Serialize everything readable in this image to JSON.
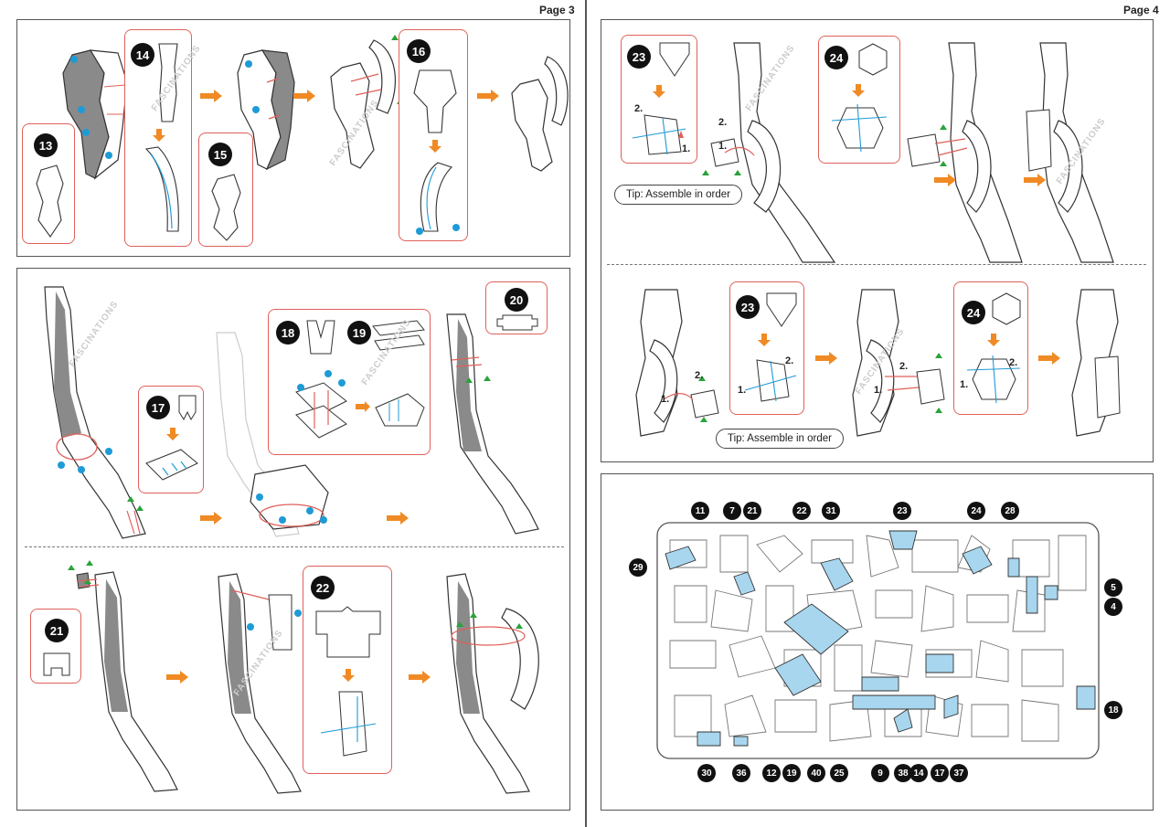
{
  "pages": {
    "left": "Page 3",
    "right": "Page 4"
  },
  "watermark": "FASCINATIONS",
  "colors": {
    "accent": "#f08a24",
    "callout": "#e0605a",
    "blue": "#1e9bd7",
    "green": "#29a33a",
    "highlight": "#a8d6ee",
    "grey": "#8a8a8a"
  },
  "steps": {
    "s13": "13",
    "s14": "14",
    "s15": "15",
    "s16": "16",
    "s17": "17",
    "s18": "18",
    "s19": "19",
    "s20": "20",
    "s21": "21",
    "s22": "22",
    "s23": "23",
    "s24": "24",
    "s23b": "23",
    "s24b": "24"
  },
  "order_labels": {
    "one": "1.",
    "two": "2."
  },
  "tips": {
    "tip1": "Tip: Assemble in order",
    "tip2": "Tip: Assemble in order"
  },
  "sheet_labels": {
    "top": [
      "11",
      "7",
      "21",
      "22",
      "31",
      "23",
      "24",
      "28"
    ],
    "left": [
      "29"
    ],
    "right": [
      "5",
      "4",
      "18"
    ],
    "bottom": [
      "30",
      "36",
      "12",
      "19",
      "40",
      "25",
      "9",
      "38",
      "14",
      "17",
      "37"
    ]
  }
}
